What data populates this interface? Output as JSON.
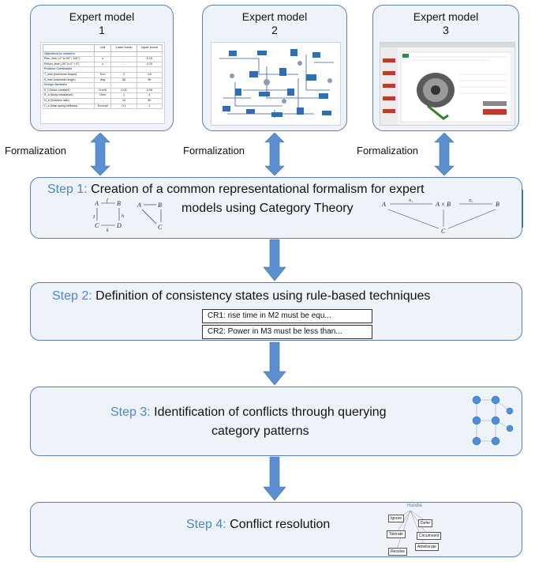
{
  "experts": [
    {
      "title": "Expert model",
      "number": "1"
    },
    {
      "title": "Expert model",
      "number": "2"
    },
    {
      "title": "Expert model",
      "number": "3"
    }
  ],
  "formalization_label": "Formalization",
  "steps": [
    {
      "label": "Step 1:",
      "text_line1": "Creation of a common representational formalism for expert",
      "text_line2": "models using Category Theory"
    },
    {
      "label": "Step 2:",
      "text": "Definition of consistency states using rule-based techniques"
    },
    {
      "label": "Step 3:",
      "text_line1": "Identification of conflicts through querying",
      "text_line2": "category patterns"
    },
    {
      "label": "Step 4:",
      "text": "Conflict resolution"
    }
  ],
  "rules": [
    {
      "id": "CR1:",
      "text": "rise time in M2 must be equ..."
    },
    {
      "id": "CR2:",
      "text": "Power in M3 must be less than..."
    }
  ],
  "handle": {
    "title": "Handle",
    "items": [
      "Ignore",
      "Defer",
      "Tolerate",
      "Circumvent",
      "Ameliorate",
      "Resolve"
    ]
  },
  "category_diagram": {
    "A": "A",
    "B": "B",
    "C": "C",
    "D": "D",
    "f": "f",
    "g": "g",
    "h": "h",
    "k": "k",
    "AxB": "A × B",
    "pi1": "π₁",
    "pi2": "π₂"
  },
  "table1": {
    "headers": [
      "",
      "Unit",
      "Lower bound",
      "Upper bound"
    ],
    "rows": [
      [
        "Objectives to minimize",
        "",
        "",
        ""
      ],
      [
        "Rise_time (-0° to 90° / 125°)",
        "s",
        "-",
        "0.15"
      ],
      [
        "Return_time (-90° to 0° / 0°)",
        "s",
        "-",
        "0.20"
      ],
      [
        "Problem Constraints",
        "",
        "",
        ""
      ],
      [
        "T_max (maximum torque)",
        "N.m",
        "3",
        "4.5"
      ],
      [
        "θ_max (maximum angle)",
        "deg",
        "85",
        "95"
      ],
      [
        "Design Variables",
        "",
        "",
        ""
      ],
      [
        "K_t (Motor constant)",
        "N.m/A",
        "0.03",
        "0.08"
      ],
      [
        "R_a (Motor resistance)",
        "Ohm",
        "1",
        "4"
      ],
      [
        "N_a (Gearbox ratio)",
        "-",
        "10",
        "50"
      ],
      [
        "C_s (Main spring stiffness)",
        "N.m/rad",
        "0.1",
        "1"
      ]
    ]
  },
  "colors": {
    "accent": "#4d86c6",
    "border": "#5b7fb1",
    "panel": "#eef3fa"
  }
}
